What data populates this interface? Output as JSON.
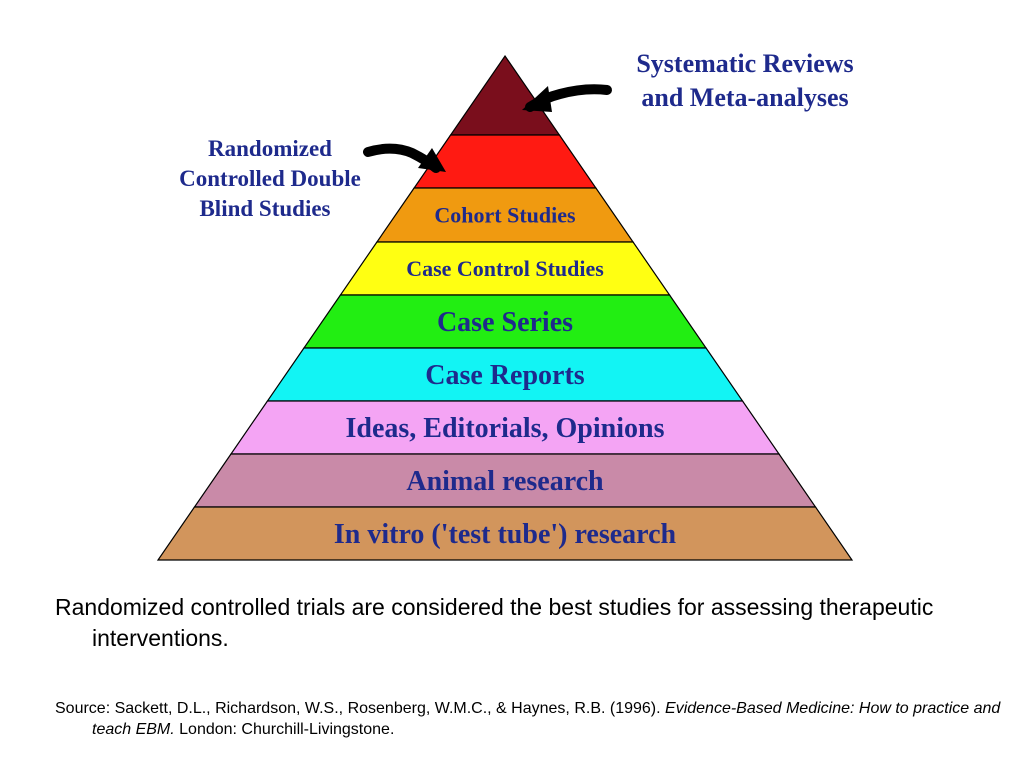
{
  "pyramid": {
    "tiers": [
      {
        "label": "",
        "color": "#7a0e1c"
      },
      {
        "label": "",
        "color": "#ff1a12"
      },
      {
        "label": "Cohort Studies",
        "color": "#f09a10"
      },
      {
        "label": "Case Control Studies",
        "color": "#ffff12"
      },
      {
        "label": "Case Series",
        "color": "#22ee12"
      },
      {
        "label": "Case Reports",
        "color": "#12f4f4"
      },
      {
        "label": "Ideas, Editorials, Opinions",
        "color": "#f4a4f4"
      },
      {
        "label": "Animal research",
        "color": "#c98aa8"
      },
      {
        "label": "In vitro ('test tube') research",
        "color": "#d2955c"
      }
    ],
    "callouts": {
      "top": [
        "Systematic Reviews",
        "and Meta-analyses"
      ],
      "left": [
        "Randomized",
        "Controlled Double",
        "Blind Studies"
      ]
    }
  },
  "caption": "Randomized controlled trials are considered the best studies for assessing therapeutic interventions.",
  "source": {
    "prefix": "Source:  Sackett, D.L., Richardson, W.S., Rosenberg, W.M.C., & Haynes, R.B. (1996). ",
    "title": "Evidence-Based Medicine: How to practice and teach EBM.",
    "suffix": " London: Churchill-Livingstone."
  }
}
